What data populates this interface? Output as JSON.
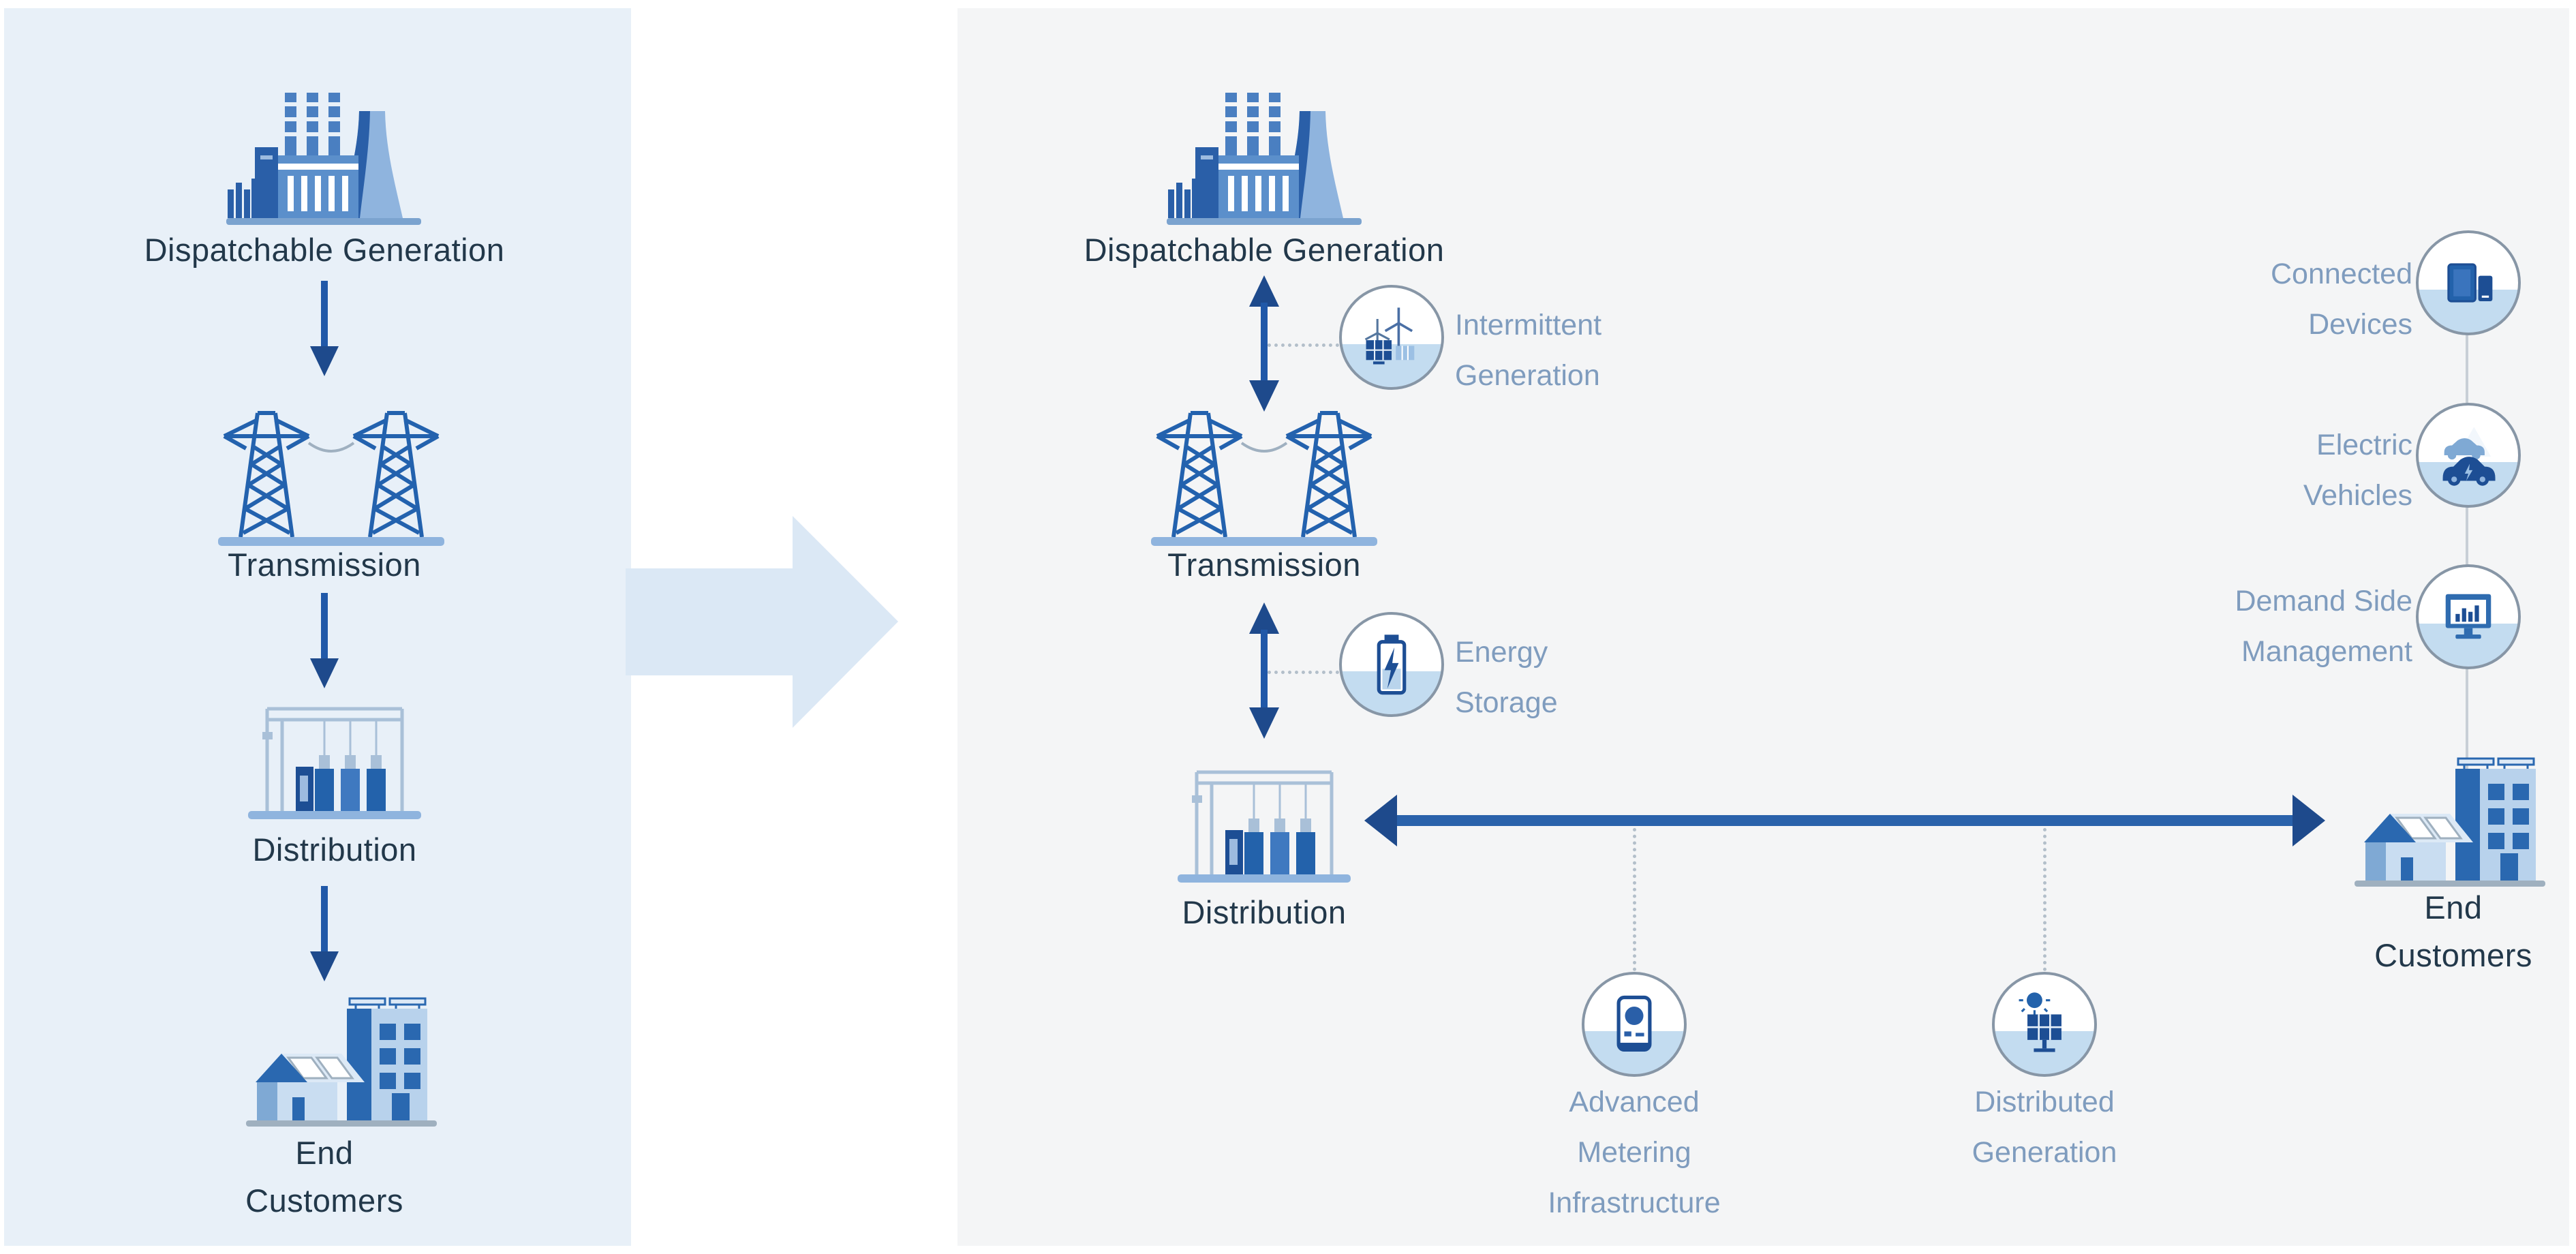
{
  "colors": {
    "left_panel_bg": "#e8f0f8",
    "right_panel_bg": "#f4f5f6",
    "transform_arrow_fill": "#dbe8f5",
    "flow_arrow_shaft": "#2058a8",
    "flow_arrow_head": "#1e4a8c",
    "icon_blue_dark": "#1d4e94",
    "icon_blue_mid": "#2a62ab",
    "icon_blue_light": "#8fb4de",
    "icon_blue_pale": "#c9ddf1",
    "main_label_color": "#22384a",
    "satellite_label_color": "#7f9cbe",
    "circle_border": "#8796a6",
    "circle_fill_bottom": "#c3dcf0",
    "dotted_line_color": "#b3bfca",
    "connector_line_color": "#c8cfd6"
  },
  "left_panel": {
    "dispatchable_label": "Dispatchable Generation",
    "transmission_label": "Transmission",
    "distribution_label": "Distribution",
    "end_customers_line1": "End",
    "end_customers_line2": "Customers"
  },
  "right_panel": {
    "dispatchable_label": "Dispatchable Generation",
    "transmission_label": "Transmission",
    "distribution_label": "Distribution",
    "end_customers_line1": "End",
    "end_customers_line2": "Customers",
    "intermittent_line1": "Intermittent",
    "intermittent_line2": "Generation",
    "storage_line1": "Energy",
    "storage_line2": "Storage",
    "ami_line1": "Advanced",
    "ami_line2": "Metering",
    "ami_line3": "Infrastructure",
    "dg_line1": "Distributed",
    "dg_line2": "Generation",
    "connected_line1": "Connected",
    "connected_line2": "Devices",
    "ev_line1": "Electric",
    "ev_line2": "Vehicles",
    "dsm_line1": "Demand Side",
    "dsm_line2": "Management"
  }
}
